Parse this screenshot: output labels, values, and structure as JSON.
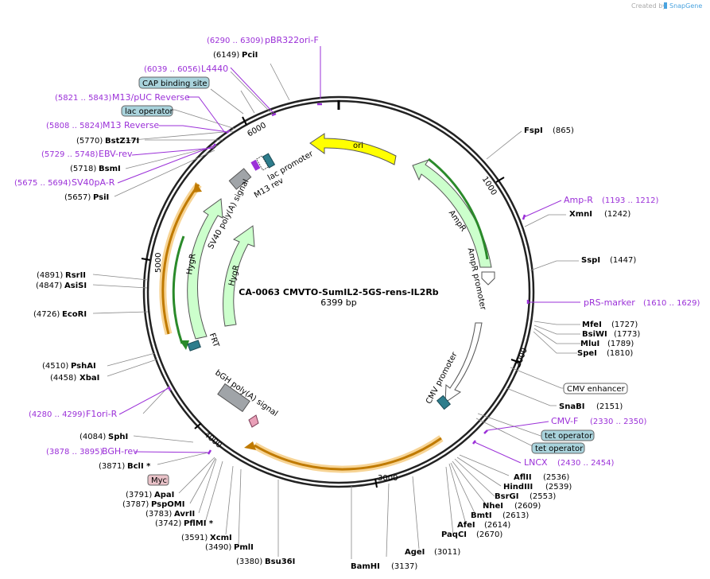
{
  "brand": {
    "created_by": "Created by",
    "name": "SnapGene"
  },
  "plasmid": {
    "name": "CA-0063 CMVTO-SumIL2-5GS-rens-IL2Rb",
    "length": "6399 bp"
  },
  "ticks": [
    "1000",
    "2000",
    "3000",
    "4000",
    "5000",
    "6000"
  ],
  "sites": [
    {
      "name": "FspI",
      "pos": "(865)"
    },
    {
      "name": "XmnI",
      "pos": "(1242)"
    },
    {
      "name": "SspI",
      "pos": "(1447)"
    },
    {
      "name": "MfeI",
      "pos": "(1727)"
    },
    {
      "name": "BsiWI",
      "pos": "(1773)"
    },
    {
      "name": "MluI",
      "pos": "(1789)"
    },
    {
      "name": "SpeI",
      "pos": "(1810)"
    },
    {
      "name": "SnaBI",
      "pos": "(2151)"
    },
    {
      "name": "AflII",
      "pos": "(2536)"
    },
    {
      "name": "HindIII",
      "pos": "(2539)"
    },
    {
      "name": "BsrGI",
      "pos": "(2553)"
    },
    {
      "name": "NheI",
      "pos": "(2609)"
    },
    {
      "name": "BmtI",
      "pos": "(2613)"
    },
    {
      "name": "AfeI",
      "pos": "(2614)"
    },
    {
      "name": "PaqCI",
      "pos": "(2670)"
    },
    {
      "name": "AgeI",
      "pos": "(3011)"
    },
    {
      "name": "BamHI",
      "pos": "(3137)"
    },
    {
      "name": "Bsu36I",
      "pos": "(3380)"
    },
    {
      "name": "PmlI",
      "pos": "(3490)"
    },
    {
      "name": "XcmI",
      "pos": "(3591)"
    },
    {
      "name": "PflMI *",
      "pos": "(3742)"
    },
    {
      "name": "AvrII",
      "pos": "(3783)"
    },
    {
      "name": "PspOMI",
      "pos": "(3787)"
    },
    {
      "name": "ApaI",
      "pos": "(3791)"
    },
    {
      "name": "BclI *",
      "pos": "(3871)"
    },
    {
      "name": "SphI",
      "pos": "(4084)"
    },
    {
      "name": "XbaI",
      "pos": "(4458)"
    },
    {
      "name": "PshAI",
      "pos": "(4510)"
    },
    {
      "name": "EcoRI",
      "pos": "(4726)"
    },
    {
      "name": "AsiSI",
      "pos": "(4847)"
    },
    {
      "name": "RsrII",
      "pos": "(4891)"
    },
    {
      "name": "PsiI",
      "pos": "(5657)"
    },
    {
      "name": "BsmI",
      "pos": "(5718)"
    },
    {
      "name": "BstZ17I",
      "pos": "(5770)"
    },
    {
      "name": "PciI",
      "pos": "(6149)"
    }
  ],
  "primers": [
    {
      "name": "pBR322ori-F",
      "range": "(6290 .. 6309)"
    },
    {
      "name": "L4440",
      "range": "(6039 .. 6056)"
    },
    {
      "name": "M13/pUC Reverse",
      "range": "(5821 .. 5843)"
    },
    {
      "name": "M13 Reverse",
      "range": "(5808 .. 5824)"
    },
    {
      "name": "EBV-rev",
      "range": "(5729 .. 5748)"
    },
    {
      "name": "SV40pA-R",
      "range": "(5675 .. 5694)"
    },
    {
      "name": "Amp-R",
      "range": "(1193 .. 1212)"
    },
    {
      "name": "pRS-marker",
      "range": "(1610 .. 1629)"
    },
    {
      "name": "CMV-F",
      "range": "(2330 .. 2350)"
    },
    {
      "name": "LNCX",
      "range": "(2430 .. 2454)"
    },
    {
      "name": "BGH-rev",
      "range": "(3878 .. 3895)"
    },
    {
      "name": "F1ori-R",
      "range": "(4280 .. 4299)"
    }
  ],
  "boxed": {
    "cap": "CAP binding site",
    "lacop": "lac operator",
    "cmvenh": "CMV enhancer",
    "tetop1": "tet operator",
    "tetop2": "tet operator",
    "myc": "Myc"
  },
  "features": {
    "ori": "ori",
    "ampr": "AmpR",
    "amprprom": "AmpR promoter",
    "cmvprom": "CMV promoter",
    "bgh": "bGH poly(A) signal",
    "frt": "FRT",
    "hygr1": "HygR",
    "hygr2": "HygR",
    "sv40": "SV40 poly(A) signal",
    "m13rev": "M13 rev",
    "lacprom": "lac promoter"
  },
  "colors": {
    "primer": "#9b30d8",
    "ori": "#ffff00",
    "ampr": "#ccffcc",
    "orf": "#f5a300",
    "teal": "#2e7d8c",
    "grey": "#a0a4a8",
    "boxblue": "#a9d3dc",
    "boxpink": "#e9c2c8"
  }
}
